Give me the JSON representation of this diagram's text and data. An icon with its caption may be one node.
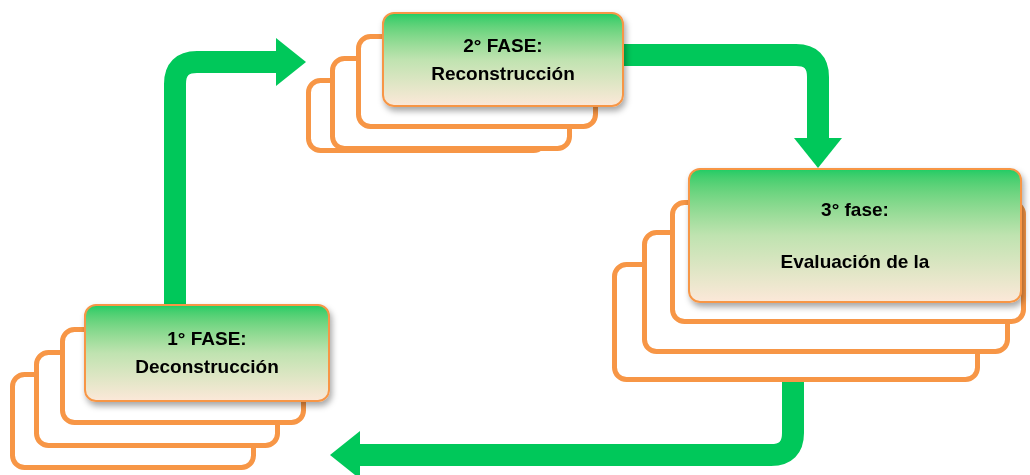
{
  "diagram": {
    "nodes": [
      {
        "text": [
          "1° FASE:",
          "Deconstrucción"
        ]
      },
      {
        "text": [
          "2° FASE:",
          "Reconstrucción"
        ]
      },
      {
        "text": [
          "3° fase:",
          "Evaluación de la"
        ]
      }
    ],
    "edges": [
      {
        "from": 0,
        "to": 1,
        "arrow": "to"
      },
      {
        "from": 1,
        "to": 2,
        "arrow": "to"
      },
      {
        "from": 2,
        "to": 0,
        "arrow": "to"
      }
    ]
  }
}
